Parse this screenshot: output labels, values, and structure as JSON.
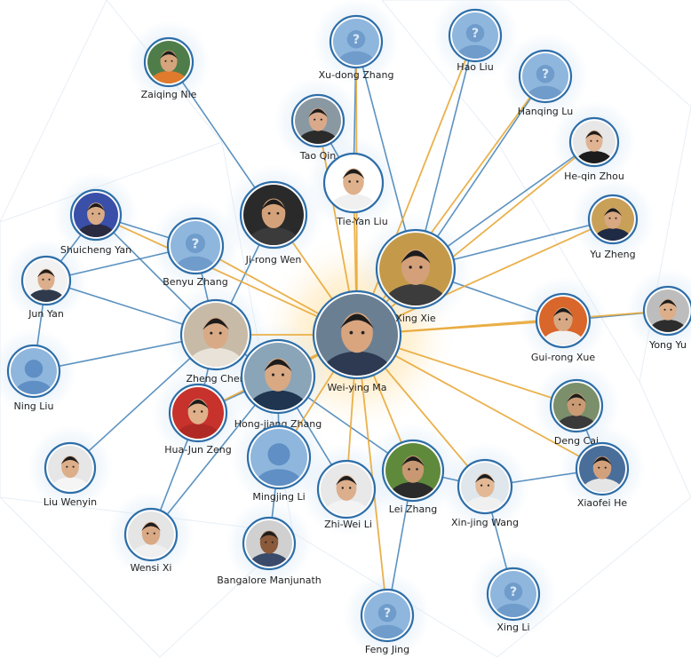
{
  "graph": {
    "center_id": "weiying",
    "colors": {
      "center_edge": "#e8a938",
      "peer_edge": "#3f7fb5",
      "ring": "#2e6ea8",
      "halo": "#cfe3f4",
      "center_halo": "#ffd98a",
      "placeholder": "#8fb6dd",
      "placeholder_dark": "#6f9ccb"
    },
    "nodes": [
      {
        "id": "weiying",
        "label": "Wei-ying Ma",
        "kind": "photo",
        "skin": "#d8a57f",
        "bg": "#6b7f93",
        "cloth": "#2d3a52"
      },
      {
        "id": "zaiqing",
        "label": "Zaiqing Nie",
        "kind": "photo",
        "skin": "#d6a47c",
        "bg": "#4f7d4a",
        "cloth": "#e07a2d"
      },
      {
        "id": "xudong",
        "label": "Xu-dong Zhang",
        "kind": "unknown"
      },
      {
        "id": "haoliu",
        "label": "Hao Liu",
        "kind": "unknown"
      },
      {
        "id": "taoqin",
        "label": "Tao Qin",
        "kind": "photo",
        "skin": "#d9a98a",
        "bg": "#8a98a2",
        "cloth": "#2b2b2b"
      },
      {
        "id": "hanqing",
        "label": "Hanqing Lu",
        "kind": "unknown"
      },
      {
        "id": "heqin",
        "label": "He-qin Zhou",
        "kind": "photo",
        "skin": "#e0b392",
        "bg": "#e7e7e7",
        "cloth": "#1c1c1c"
      },
      {
        "id": "tieyan",
        "label": "Tie-Yan Liu",
        "kind": "photo",
        "skin": "#deb08c",
        "bg": "#ffffff",
        "cloth": "#f0f0f0"
      },
      {
        "id": "jirong",
        "label": "Ji-rong Wen",
        "kind": "photo",
        "skin": "#d4a27a",
        "bg": "#2a2a2a",
        "cloth": "#3b3b3b"
      },
      {
        "id": "shuicheng",
        "label": "Shuicheng Yan",
        "kind": "photo",
        "skin": "#d9ab86",
        "bg": "#3a4fa8",
        "cloth": "#2a2a40"
      },
      {
        "id": "benyu",
        "label": "Benyu Zhang",
        "kind": "unknown"
      },
      {
        "id": "xingxie",
        "label": "Xing Xie",
        "kind": "photo",
        "skin": "#d3a07a",
        "bg": "#c49a4a",
        "cloth": "#3c3c3c"
      },
      {
        "id": "yuzheng",
        "label": "Yu Zheng",
        "kind": "photo",
        "skin": "#d7a882",
        "bg": "#c9a057",
        "cloth": "#1f2a44"
      },
      {
        "id": "junyan",
        "label": "Jun Yan",
        "kind": "photo",
        "skin": "#dcae8c",
        "bg": "#f2f2f2",
        "cloth": "#2f3b4d"
      },
      {
        "id": "zhengchen",
        "label": "Zheng Chen",
        "kind": "photo",
        "skin": "#d9aa86",
        "bg": "#c7bba8",
        "cloth": "#e8e2d8"
      },
      {
        "id": "guirong",
        "label": "Gui-rong Xue",
        "kind": "photo",
        "skin": "#d7a884",
        "bg": "#d9662a",
        "cloth": "#f2f2f2"
      },
      {
        "id": "yongyu",
        "label": "Yong Yu",
        "kind": "photo",
        "skin": "#dcae8a",
        "bg": "#bdbdbd",
        "cloth": "#2d2d2d"
      },
      {
        "id": "ningliu",
        "label": "Ning Liu",
        "kind": "silhouette"
      },
      {
        "id": "hongjiang",
        "label": "Hong-jiang Zhang",
        "kind": "photo",
        "skin": "#d8a983",
        "bg": "#8aa4b8",
        "cloth": "#1f3550"
      },
      {
        "id": "huajun",
        "label": "Hua-Jun Zeng",
        "kind": "photo",
        "skin": "#e0b08a",
        "bg": "#c8322c",
        "cloth": "#b02a25"
      },
      {
        "id": "dengcai",
        "label": "Deng Cai",
        "kind": "photo",
        "skin": "#c99a74",
        "bg": "#7a8f6a",
        "cloth": "#3a3a3a"
      },
      {
        "id": "liuwenyin",
        "label": "Liu Wenyin",
        "kind": "photo",
        "skin": "#dcae8a",
        "bg": "#e6e6e6",
        "cloth": "#f5f5f5"
      },
      {
        "id": "mingjing",
        "label": "Mingjing Li",
        "kind": "silhouette"
      },
      {
        "id": "leizhang",
        "label": "Lei Zhang",
        "kind": "photo",
        "skin": "#c89873",
        "bg": "#5f8a3c",
        "cloth": "#2b2b2b"
      },
      {
        "id": "xinjing",
        "label": "Xin-jing Wang",
        "kind": "photo",
        "skin": "#e2b895",
        "bg": "#dfe6ec",
        "cloth": "#f0f0f0"
      },
      {
        "id": "xiaofei",
        "label": "Xiaofei He",
        "kind": "photo",
        "skin": "#d2a17b",
        "bg": "#4a6e9a",
        "cloth": "#e5e5e5"
      },
      {
        "id": "zhiwei",
        "label": "Zhi-Wei Li",
        "kind": "photo",
        "skin": "#dcae8c",
        "bg": "#e8e8e8",
        "cloth": "#f3f3f3"
      },
      {
        "id": "wensi",
        "label": "Wensi Xi",
        "kind": "photo",
        "skin": "#d9a985",
        "bg": "#e5e5e5",
        "cloth": "#f0f0f0"
      },
      {
        "id": "bangalore",
        "label": "Bangalore Manjunath",
        "kind": "photo",
        "skin": "#8a5a3a",
        "bg": "#d0d0d0",
        "cloth": "#3a4a6a"
      },
      {
        "id": "xingli",
        "label": "Xing Li",
        "kind": "unknown"
      },
      {
        "id": "fengjing",
        "label": "Feng Jing",
        "kind": "unknown"
      }
    ],
    "center_edges": [
      "xudong",
      "haoliu",
      "hanqing",
      "heqin",
      "tieyan",
      "jirong",
      "xingxie",
      "yuzheng",
      "zhengchen",
      "benyu",
      "guirong",
      "yongyu",
      "hongjiang",
      "dengcai",
      "xiaofei",
      "leizhang",
      "xinjing",
      "zhiwei",
      "mingjing",
      "fengjing",
      "huajun",
      "taoqin",
      "shuicheng"
    ],
    "peer_edges": [
      [
        "zaiqing",
        "jirong"
      ],
      [
        "tieyan",
        "xudong"
      ],
      [
        "taoqin",
        "tieyan"
      ],
      [
        "xingxie",
        "haoliu"
      ],
      [
        "xingxie",
        "hanqing"
      ],
      [
        "xingxie",
        "heqin"
      ],
      [
        "xingxie",
        "yuzheng"
      ],
      [
        "xingxie",
        "xudong"
      ],
      [
        "guirong",
        "yongyu"
      ],
      [
        "shuicheng",
        "benyu"
      ],
      [
        "shuicheng",
        "junyan"
      ],
      [
        "shuicheng",
        "zhengchen"
      ],
      [
        "junyan",
        "zhengchen"
      ],
      [
        "junyan",
        "ningliu"
      ],
      [
        "junyan",
        "benyu"
      ],
      [
        "benyu",
        "zhengchen"
      ],
      [
        "zhengchen",
        "ningliu"
      ],
      [
        "zhengchen",
        "hongjiang"
      ],
      [
        "zhengchen",
        "huajun"
      ],
      [
        "zhengchen",
        "liuwenyin"
      ],
      [
        "zhengchen",
        "jirong"
      ],
      [
        "hongjiang",
        "huajun"
      ],
      [
        "hongjiang",
        "mingjing"
      ],
      [
        "hongjiang",
        "leizhang"
      ],
      [
        "hongjiang",
        "zhiwei"
      ],
      [
        "hongjiang",
        "wensi"
      ],
      [
        "huajun",
        "wensi"
      ],
      [
        "mingjing",
        "bangalore"
      ],
      [
        "leizhang",
        "xinjing"
      ],
      [
        "leizhang",
        "fengjing"
      ],
      [
        "xinjing",
        "xingli"
      ],
      [
        "xinjing",
        "xiaofei"
      ],
      [
        "dengcai",
        "xiaofei"
      ],
      [
        "xingxie",
        "guirong"
      ]
    ]
  }
}
